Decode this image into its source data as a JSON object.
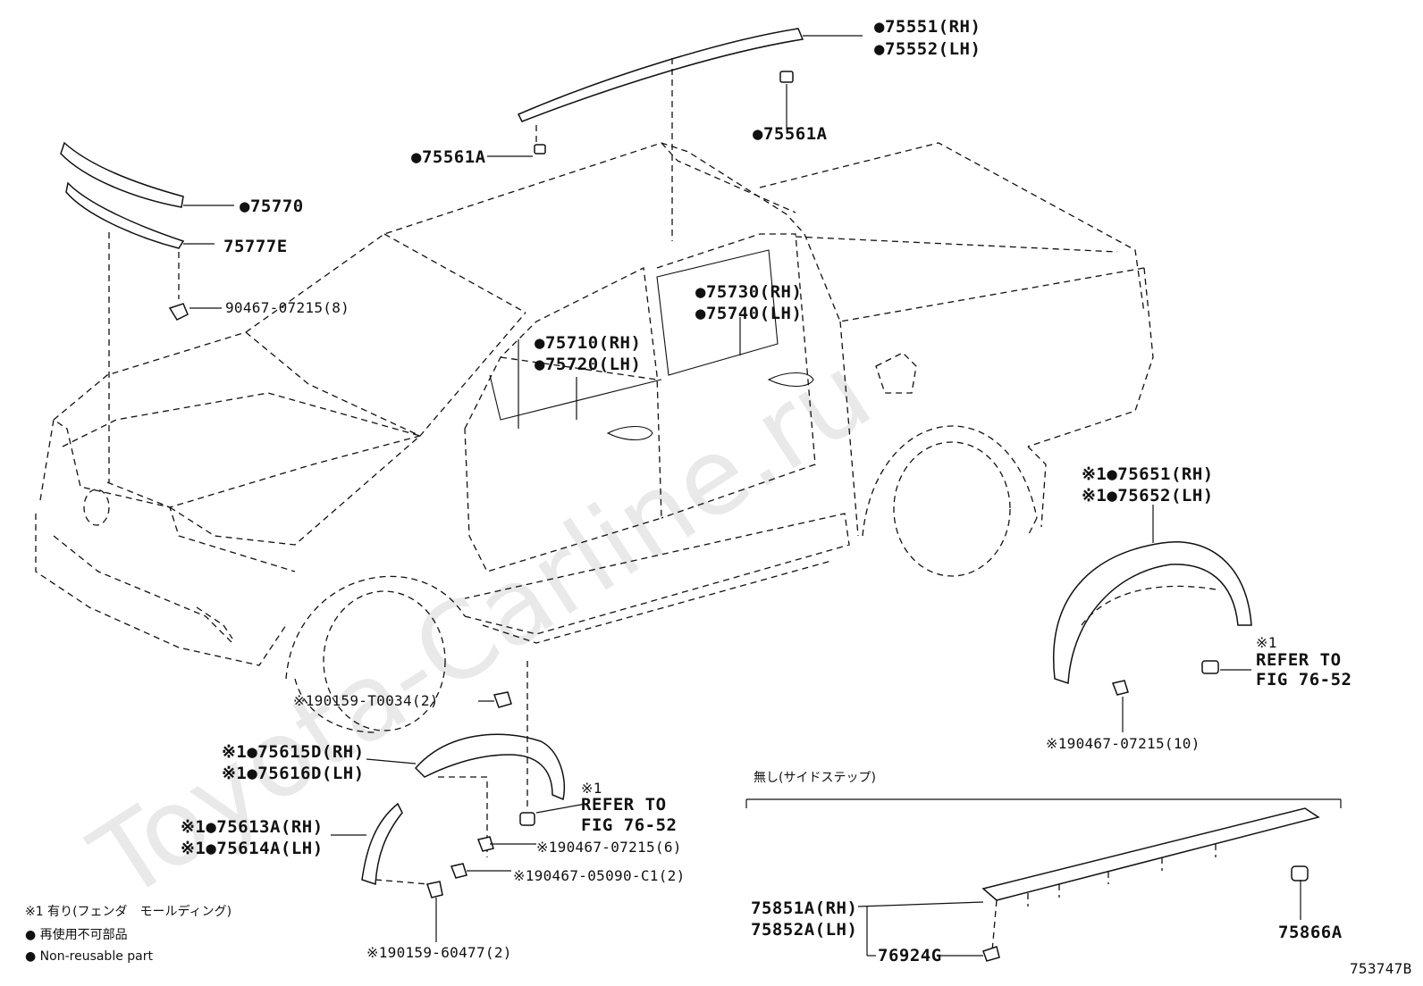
{
  "watermark": "Toyota-Carline.ru",
  "figure_number": "753747B",
  "labels": {
    "l75551": "●75551(RH)",
    "l75552": "●75552(LH)",
    "l75561a_right": "●75561A",
    "l75561a_left": "●75561A",
    "l75770": "●75770",
    "l75777e": "75777E",
    "l90467": "90467-07215(8)",
    "l75730": "●75730(RH)",
    "l75740": "●75740(LH)",
    "l75710": "●75710(RH)",
    "l75720": "●75720(LH)",
    "l75651": "※1●75651(RH)",
    "l75652": "※1●75652(LH)",
    "ref_right_1": "※1",
    "ref_right_2": "REFER TO",
    "ref_right_3": "FIG 76-52",
    "l190467_10": "※190467-07215(10)",
    "l190159_t0034": "※190159-T0034(2)",
    "l75615d": "※1●75615D(RH)",
    "l75616d": "※1●75616D(LH)",
    "ref_left_1": "※1",
    "ref_left_2": "REFER TO",
    "ref_left_3": "FIG 76-52",
    "l75613a": "※1●75613A(RH)",
    "l75614a": "※1●75614A(LH)",
    "l190467_6": "※190467-07215(6)",
    "l190467_05090": "※190467-05090-C1(2)",
    "l190159_60477": "※190159-60477(2)",
    "side_step_none": "無し(サイドステップ)",
    "l75851a": "75851A(RH)",
    "l75852a": "75852A(LH)",
    "l76924g": "76924G",
    "l75866a": "75866A"
  },
  "legend": {
    "note1": "※1 有り(フェンダ　モールディング)",
    "note2": "● 再使用不可部品",
    "note3": "● Non-reusable part"
  }
}
